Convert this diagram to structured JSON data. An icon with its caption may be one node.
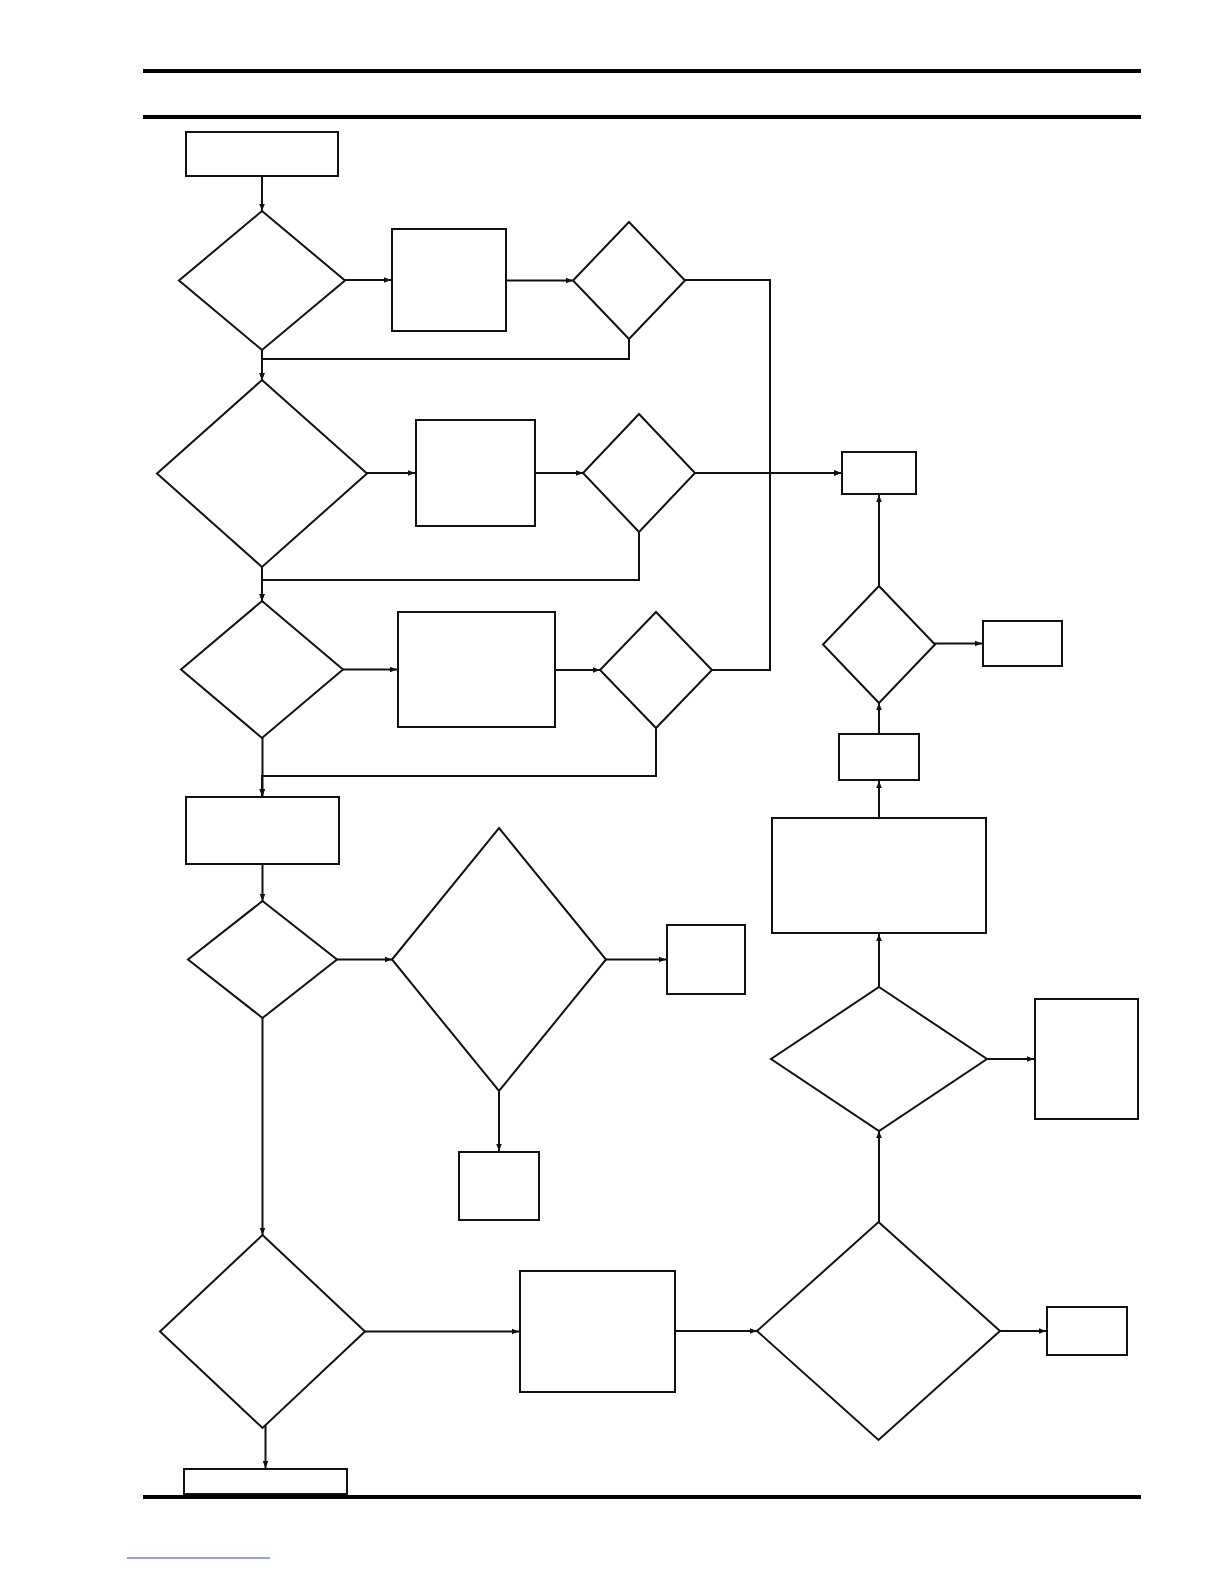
{
  "diagram": {
    "nodes": [
      {
        "text": [],
        "shape": "box"
      },
      {
        "text": [],
        "shape": "diamond"
      },
      {
        "text": [],
        "shape": "diamond"
      },
      {
        "text": [],
        "shape": "box"
      },
      {
        "text": [],
        "shape": "diamond"
      },
      {
        "text": [],
        "shape": "diamond"
      },
      {
        "text": [],
        "shape": "box"
      },
      {
        "text": [],
        "shape": "box"
      },
      {
        "text": [],
        "shape": "diamond"
      },
      {
        "text": [],
        "shape": "diamond"
      },
      {
        "text": [],
        "shape": "box"
      },
      {
        "text": [],
        "shape": "diamond"
      },
      {
        "text": [],
        "shape": "box"
      },
      {
        "text": [],
        "shape": "box"
      },
      {
        "text": [],
        "shape": "box"
      },
      {
        "text": [],
        "shape": "box"
      },
      {
        "text": [],
        "shape": "diamond"
      },
      {
        "text": [],
        "shape": "diamond"
      },
      {
        "text": [],
        "shape": "box"
      },
      {
        "text": [],
        "shape": "diamond"
      },
      {
        "text": [],
        "shape": "box"
      },
      {
        "text": [],
        "shape": "box"
      },
      {
        "text": [],
        "shape": "diamond"
      },
      {
        "text": [],
        "shape": "diamond"
      },
      {
        "text": [],
        "shape": "box"
      },
      {
        "text": [],
        "shape": "box"
      },
      {
        "text": [],
        "shape": "box"
      }
    ],
    "edges": [
      {
        "from": 0,
        "to": 1,
        "arrow": "to"
      },
      {
        "from": 1,
        "to": 3,
        "arrow": "to"
      },
      {
        "from": 3,
        "to": 2,
        "arrow": "to"
      },
      {
        "from": 2,
        "to": 7,
        "arrow": "to"
      },
      {
        "from": 1,
        "to": 4,
        "arrow": "to"
      },
      {
        "from": 2,
        "to": 4,
        "arrow": "to"
      },
      {
        "from": 4,
        "to": 6,
        "arrow": "to"
      },
      {
        "from": 6,
        "to": 5,
        "arrow": "to"
      },
      {
        "from": 5,
        "to": 7,
        "arrow": "to"
      },
      {
        "from": 4,
        "to": 9,
        "arrow": "to"
      },
      {
        "from": 5,
        "to": 9,
        "arrow": "to"
      },
      {
        "from": 9,
        "to": 10,
        "arrow": "to"
      },
      {
        "from": 10,
        "to": 11,
        "arrow": "to"
      },
      {
        "from": 11,
        "to": 7,
        "arrow": "to"
      },
      {
        "from": 9,
        "to": 14,
        "arrow": "to"
      },
      {
        "from": 11,
        "to": 14,
        "arrow": "to"
      },
      {
        "from": 14,
        "to": 17,
        "arrow": "to"
      },
      {
        "from": 17,
        "to": 16,
        "arrow": "to"
      },
      {
        "from": 16,
        "to": 18,
        "arrow": "to"
      },
      {
        "from": 16,
        "to": 21,
        "arrow": "to"
      },
      {
        "from": 17,
        "to": 23,
        "arrow": "to"
      },
      {
        "from": 23,
        "to": 26,
        "arrow": "to"
      },
      {
        "from": 23,
        "to": 24,
        "arrow": "to"
      },
      {
        "from": 24,
        "to": 22,
        "arrow": "to"
      },
      {
        "from": 22,
        "to": 25,
        "arrow": "to"
      },
      {
        "from": 22,
        "to": 19,
        "arrow": "to"
      },
      {
        "from": 19,
        "to": 20,
        "arrow": "to"
      },
      {
        "from": 19,
        "to": 15,
        "arrow": "to"
      },
      {
        "from": 15,
        "to": 13,
        "arrow": "to"
      },
      {
        "from": 13,
        "to": 8,
        "arrow": "to"
      },
      {
        "from": 8,
        "to": 12,
        "arrow": "to"
      },
      {
        "from": 8,
        "to": 7,
        "arrow": "to"
      }
    ]
  }
}
